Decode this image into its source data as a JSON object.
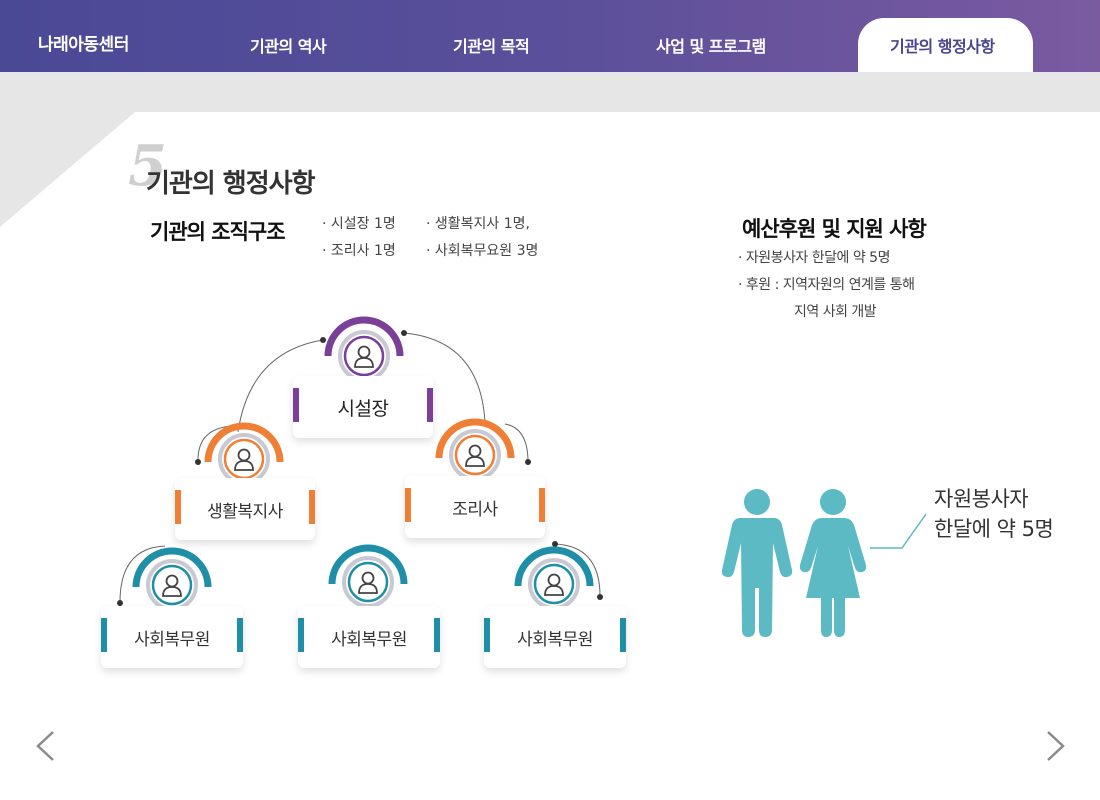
{
  "nav": {
    "brand": "나래아동센터",
    "items": [
      {
        "label": "기관의 역사",
        "active": false
      },
      {
        "label": "기관의 목적",
        "active": false
      },
      {
        "label": "사업 및 프로그램",
        "active": false
      },
      {
        "label": "기관의 행정사항",
        "active": true
      }
    ]
  },
  "section": {
    "number": "5",
    "title": "기관의 행정사항"
  },
  "organization": {
    "title": "기관의 조직구조",
    "lines": [
      [
        "· 시설장 1명",
        "· 생활복지사  1명,"
      ],
      [
        "· 조리사 1명",
        "· 사회복무요원 3명"
      ]
    ]
  },
  "support": {
    "title": "예산후원 및 지원 사항",
    "lines": [
      "· 자원봉사자 한달에 약 5명",
      "· 후원 : 지역자원의 연계를 통해",
      "지역 사회 개발"
    ]
  },
  "org_chart": {
    "director": "시설장",
    "welfare": "생활복지사",
    "cook": "조리사",
    "staff": [
      "사회복무원",
      "사회복무원",
      "사회복무원"
    ]
  },
  "volunteer": {
    "lines": [
      "자원봉사자",
      "한달에 약 5명"
    ]
  },
  "colors": {
    "nav_start": "#4a4996",
    "nav_end": "#7b5aa0",
    "purple": "#7a3f98",
    "orange": "#f07f36",
    "teal": "#1f8fa8",
    "figure": "#5bbac4"
  },
  "icons": {
    "prev": "chevron-left-icon",
    "next": "chevron-right-icon",
    "person": "person-icon"
  }
}
